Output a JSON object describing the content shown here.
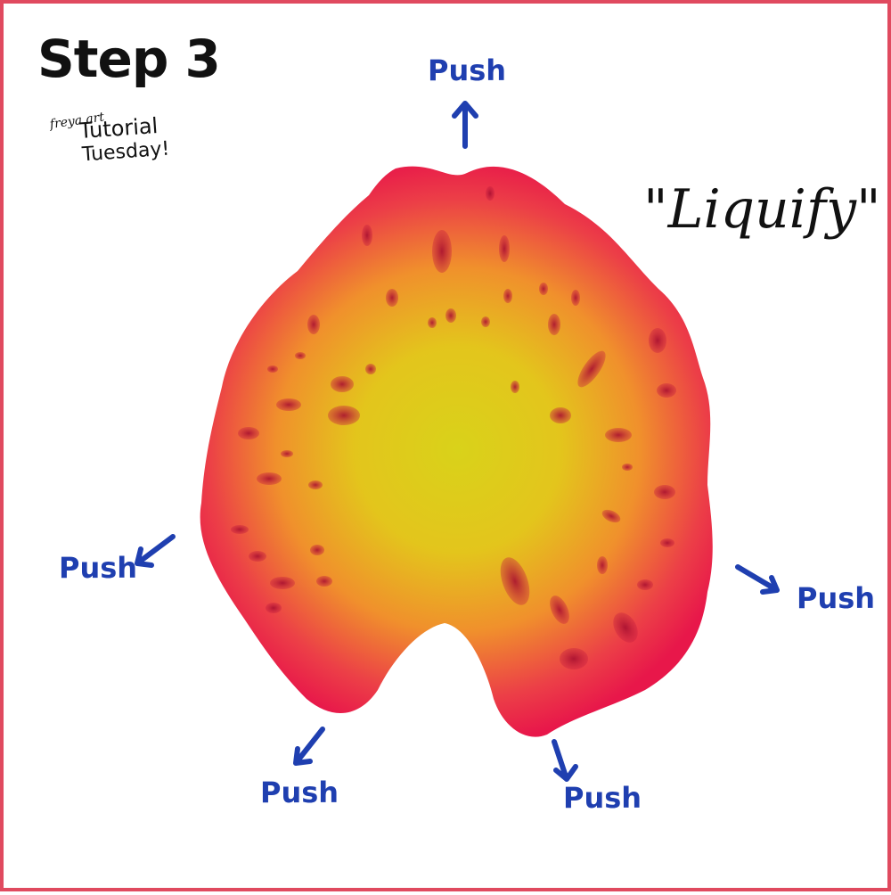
{
  "colors": {
    "frame": "#e04a5f",
    "ink": "#111111",
    "accent": "#1f3fb0",
    "petal_center": "#d9d21a",
    "petal_edge": "#e8174a",
    "spots": "#b3123a"
  },
  "header": {
    "title": "Step 3",
    "signature": {
      "line1": "freya art",
      "line2": "Tutorial",
      "line3": "Tuesday!"
    }
  },
  "technique_label": "\"Liquify\"",
  "push_labels": {
    "top": "Push",
    "left": "Push",
    "right": "Push",
    "bottom_left": "Push",
    "bottom_right": "Push"
  },
  "icons": {
    "arrow": "arrow-icon"
  }
}
